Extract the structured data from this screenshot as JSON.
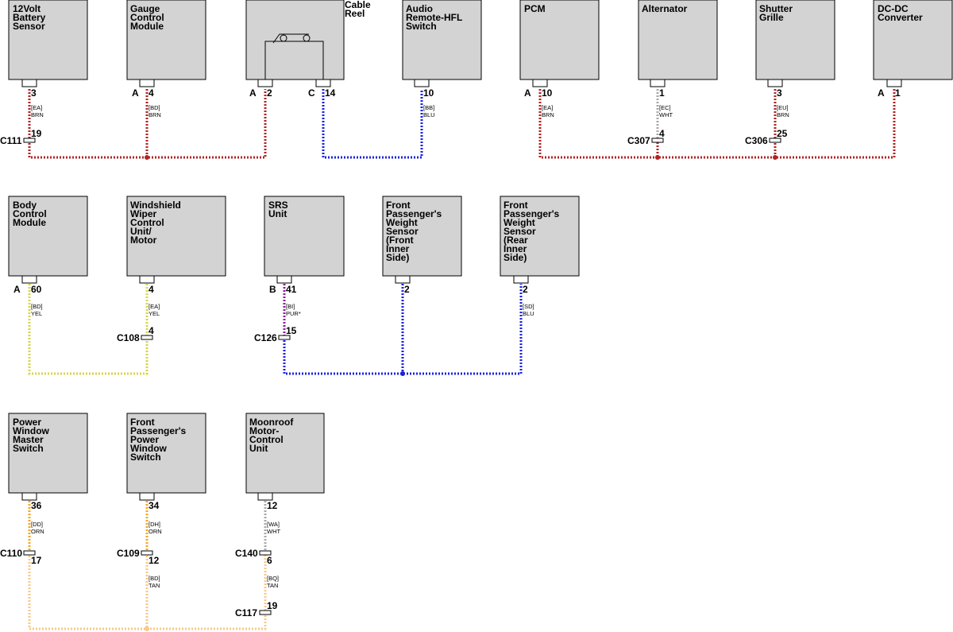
{
  "colors": {
    "module_fill": "#d3d3d3",
    "module_stroke": "#000000",
    "wire_brn": "#b22222",
    "wire_blu": "#1a22e0",
    "wire_wht": "#a8a8a8",
    "wire_yel": "#d6d64a",
    "wire_pur": "#8e1f9a",
    "wire_orn": "#f5a623",
    "wire_tan": "#f7c98a"
  },
  "modules": [
    {
      "id": "batt",
      "title": [
        "12Volt",
        "Battery",
        "Sensor"
      ]
    },
    {
      "id": "gauge",
      "title": [
        "Gauge",
        "Control",
        "Module"
      ]
    },
    {
      "id": "cable",
      "title": [
        "Cable",
        "Reel"
      ]
    },
    {
      "id": "audio",
      "title": [
        "Audio",
        "Remote-HFL",
        "Switch"
      ]
    },
    {
      "id": "pcm",
      "title": [
        "PCM"
      ]
    },
    {
      "id": "alt",
      "title": [
        "Alternator"
      ]
    },
    {
      "id": "shutter",
      "title": [
        "Shutter",
        "Grille"
      ]
    },
    {
      "id": "dcdc",
      "title": [
        "DC-DC",
        "Converter"
      ]
    },
    {
      "id": "bcm",
      "title": [
        "Body",
        "Control",
        "Module"
      ]
    },
    {
      "id": "wiper",
      "title": [
        "Windshield",
        "Wiper",
        "Control",
        "Unit/",
        "Motor"
      ]
    },
    {
      "id": "srs",
      "title": [
        "SRS",
        "Unit"
      ]
    },
    {
      "id": "fpws_front",
      "title": [
        "Front",
        "Passenger's",
        "Weight",
        "Sensor",
        "(Front",
        "Inner",
        "Side)"
      ]
    },
    {
      "id": "fpws_rear",
      "title": [
        "Front",
        "Passenger's",
        "Weight",
        "Sensor",
        "(Rear",
        "Inner",
        "Side)"
      ]
    },
    {
      "id": "pwms",
      "title": [
        "Power",
        "Window",
        "Master",
        "Switch"
      ]
    },
    {
      "id": "fppws",
      "title": [
        "Front",
        "Passenger's",
        "Power",
        "Window",
        "Switch"
      ]
    },
    {
      "id": "moonroof",
      "title": [
        "Moonroof",
        "Motor-",
        "Control",
        "Unit"
      ]
    }
  ],
  "pins": [
    {
      "id": "p_batt",
      "pin": "3",
      "side": ""
    },
    {
      "id": "p_gauge",
      "pin": "4",
      "side": "A"
    },
    {
      "id": "p_cable_a",
      "pin": "2",
      "side": "A"
    },
    {
      "id": "p_cable_c",
      "pin": "14",
      "side": "C"
    },
    {
      "id": "p_audio",
      "pin": "10",
      "side": ""
    },
    {
      "id": "p_pcm",
      "pin": "10",
      "side": "A"
    },
    {
      "id": "p_alt",
      "pin": "1",
      "side": ""
    },
    {
      "id": "p_shutter",
      "pin": "3",
      "side": ""
    },
    {
      "id": "p_dcdc",
      "pin": "1",
      "side": "A"
    },
    {
      "id": "p_bcm",
      "pin": "60",
      "side": "A"
    },
    {
      "id": "p_wiper",
      "pin": "4",
      "side": ""
    },
    {
      "id": "p_srs",
      "pin": "41",
      "side": "B"
    },
    {
      "id": "p_fpws_front",
      "pin": "2",
      "side": ""
    },
    {
      "id": "p_fpws_rear",
      "pin": "2",
      "side": ""
    },
    {
      "id": "p_pwms",
      "pin": "36",
      "side": ""
    },
    {
      "id": "p_fppws",
      "pin": "34",
      "side": ""
    },
    {
      "id": "p_moonroof",
      "pin": "12",
      "side": ""
    }
  ],
  "wire_labels": [
    {
      "id": "w_batt",
      "code": "[EA]",
      "color": "BRN"
    },
    {
      "id": "w_gauge",
      "code": "[BD]",
      "color": "BRN"
    },
    {
      "id": "w_audio",
      "code": "[BB]",
      "color": "BLU"
    },
    {
      "id": "w_pcm",
      "code": "[EA]",
      "color": "BRN"
    },
    {
      "id": "w_alt",
      "code": "[EC]",
      "color": "WHT"
    },
    {
      "id": "w_shutter",
      "code": "[EU]",
      "color": "BRN"
    },
    {
      "id": "w_bcm",
      "code": "[BD]",
      "color": "YEL"
    },
    {
      "id": "w_wiper",
      "code": "[EA]",
      "color": "YEL"
    },
    {
      "id": "w_srs",
      "code": "[BI]",
      "color": "PUR*"
    },
    {
      "id": "w_fpws_rear",
      "code": "[SD]",
      "color": "BLU"
    },
    {
      "id": "w_pwms",
      "code": "[DD]",
      "color": "ORN"
    },
    {
      "id": "w_fppws",
      "code": "[DH]",
      "color": "ORN"
    },
    {
      "id": "w_moonroof",
      "code": "[WA]",
      "color": "WHT"
    },
    {
      "id": "w_c109",
      "code": "[BD]",
      "color": "TAN"
    },
    {
      "id": "w_c140",
      "code": "[BQ]",
      "color": "TAN"
    }
  ],
  "inline_connectors": [
    {
      "id": "c111",
      "name": "C111",
      "pin": "19"
    },
    {
      "id": "c307",
      "name": "C307",
      "pin": "4"
    },
    {
      "id": "c306",
      "name": "C306",
      "pin": "25"
    },
    {
      "id": "c108",
      "name": "C108",
      "pin": "4"
    },
    {
      "id": "c126",
      "name": "C126",
      "pin": "15"
    },
    {
      "id": "c110",
      "name": "C110",
      "pin": "17"
    },
    {
      "id": "c109",
      "name": "C109",
      "pin": "12"
    },
    {
      "id": "c140",
      "name": "C140",
      "pin": "6"
    },
    {
      "id": "c117",
      "name": "C117",
      "pin": "19"
    }
  ]
}
